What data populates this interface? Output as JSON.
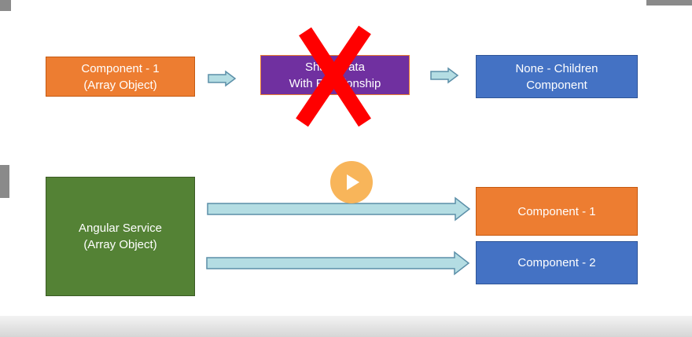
{
  "top_row": {
    "box1": {
      "line1": "Component - 1",
      "line2": "(Array Object)"
    },
    "box2": {
      "line1": "Share Data",
      "line2": "With Relationship"
    },
    "box3": {
      "line1": "None - Children",
      "line2": "Component"
    }
  },
  "bottom_row": {
    "service": {
      "line1": "Angular Service",
      "line2": "(Array Object)"
    },
    "comp1": {
      "label": "Component - 1"
    },
    "comp2": {
      "label": "Component - 2"
    }
  },
  "colors": {
    "orange": "#ED7D31",
    "purple": "#7030A0",
    "blue": "#4472C4",
    "green": "#548235",
    "arrow_fill": "#B4DDE3",
    "arrow_stroke": "#5B8FA8",
    "cross": "#FF0000",
    "play_button": "#F8B55A"
  },
  "icons": {
    "cross": "red-x-mark-icon",
    "play": "play-button-icon"
  }
}
